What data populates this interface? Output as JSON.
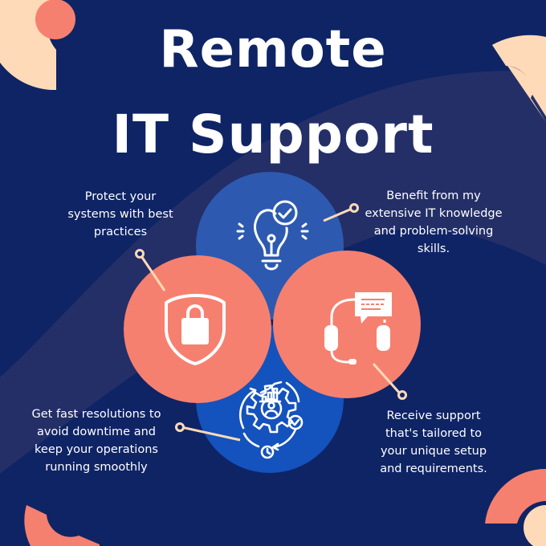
{
  "title": {
    "line1": "Remote",
    "line2": "IT Support"
  },
  "colors": {
    "background": "#0f2465",
    "wave": "#242f68",
    "blue_circle": "#2d5ab0",
    "blue_circle_bottom": "#1452bd",
    "coral": "#f6806f",
    "peach": "#fedab8",
    "text": "#ffffff"
  },
  "features": [
    {
      "id": "best-practices",
      "icon": "shield-lock-icon",
      "circle_color": "coral",
      "lines": [
        "Protect your",
        "systems with best",
        "practices"
      ]
    },
    {
      "id": "expertise",
      "icon": "lightbulb-check-icon",
      "circle_color": "blue",
      "lines": [
        "Benefit from my",
        "extensive IT knowledge",
        "and problem-solving",
        "skills."
      ]
    },
    {
      "id": "fast-resolution",
      "icon": "gear-cycle-icon",
      "circle_color": "blue",
      "lines": [
        "Get fast resolutions to",
        "avoid downtime and",
        "keep your operations",
        "running smoothly"
      ]
    },
    {
      "id": "tailored-support",
      "icon": "headset-chat-icon",
      "circle_color": "coral",
      "lines": [
        "Receive support",
        "that's tailored to",
        "your unique setup",
        "and requirements."
      ]
    }
  ]
}
